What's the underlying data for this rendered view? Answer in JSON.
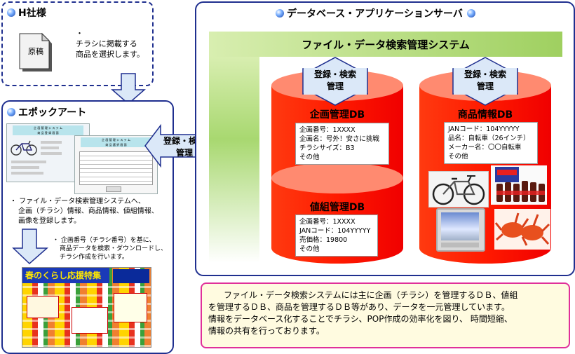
{
  "h_company": {
    "title": "H社様",
    "doc_label": "原稿",
    "bullet": "・",
    "note_line1": "チラシに掲載する",
    "note_line2": "商品を選択します。"
  },
  "epoch": {
    "title": "エポックアート",
    "desc_line1": "・ ファイル・データ検索管理システムへ、",
    "desc_line2": "企画（チラシ）情報、商品情報、値組情報、",
    "desc_line3": "画像を登録します。",
    "note_line1": "・ 企画番号（チラシ番号）を基に、",
    "note_line2": "商品データを検索・ダウンロードし、",
    "note_line3": "チラシ作成を行います。",
    "screen1_title1": "企 画 管 理 シ ス テ ム",
    "screen1_title2": "商 品 登 録 画 面",
    "screen2_title1": "企 画 管 理 シ ス テ ム",
    "screen2_title2": "商 品 選 択 画 面",
    "flyer_banner": "春のくらし応援特集"
  },
  "middle_arrow": {
    "line1": "登録・検索",
    "line2": "管理"
  },
  "server": {
    "title": "データベース・アプリケーションサーバ",
    "system_title": "ファイル・データ検索管理システム",
    "arrow_left_line1": "登録・検索",
    "arrow_left_line2": "管理",
    "arrow_right_line1": "登録・検索",
    "arrow_right_line2": "管理"
  },
  "db_plan": {
    "title": "企画管理DB",
    "lines": [
      "企画番号：1XXXX",
      "企画名：号外！安さに挑戦",
      "チラシサイズ：B3",
      "その他"
    ]
  },
  "db_price": {
    "title": "値組管理DB",
    "lines": [
      "企画番号：1XXXX",
      "JANコード：104YYYYY",
      "売価格：19800",
      "その他"
    ]
  },
  "db_product": {
    "title": "商品情報DB",
    "lines": [
      "JANコード：104YYYYY",
      "品名：自転車（26インチ）",
      "メーカー名：〇〇自転車",
      "その他"
    ]
  },
  "summary": {
    "line1": "ファイル・データ検索システムには主に企画（チラシ）を管理するＤＢ、値組",
    "line2": "を管理するＤＢ、商品を管理するＤＢ等があり、データを一元管理しています。",
    "line3": "情報をデータベース化することでチラシ、POP作成の効率化を図り、 時間短縮、",
    "line4": "情報の共有を行っております。"
  },
  "colors": {
    "navy_border": "#1f2f8f",
    "db_red": "#ff1a00",
    "arrow_fill": "#dbe8f8",
    "system_green": "#b8e07a",
    "summary_border": "#e0309a",
    "summary_bg": "#fffbe0"
  }
}
